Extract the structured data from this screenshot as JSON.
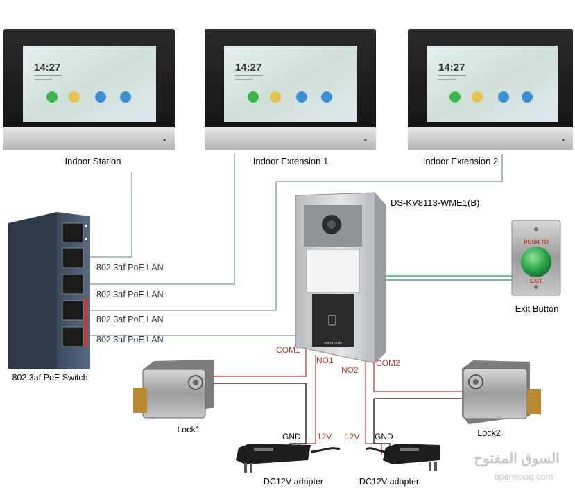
{
  "monitors": [
    {
      "label": "Indoor Station",
      "time": "14:27"
    },
    {
      "label": "Indoor Extension 1",
      "time": "14:27"
    },
    {
      "label": "Indoor Extension 2",
      "time": "14:27"
    }
  ],
  "door_station": {
    "model": "DS-KV8113-WME1(B)",
    "brand": "HIKVISION"
  },
  "switch": {
    "label": "802.3af PoE Switch"
  },
  "poe_links": [
    "802.3af PoE LAN",
    "802.3af PoE LAN",
    "802.3af PoE LAN",
    "802.3af PoE LAN"
  ],
  "exit_button": {
    "label": "Exit Button",
    "top_text": "PUSH TO",
    "bottom_text": "EXIT"
  },
  "terminals": {
    "com1": "COM1",
    "no1": "NO1",
    "no2": "NO2",
    "com2": "COM2"
  },
  "locks": {
    "left": "Lock1",
    "right": "Lock2"
  },
  "power": {
    "gnd": "GND",
    "v12": "12V",
    "adapter": "DC12V adapter"
  },
  "watermark": {
    "arabic": "السوق المفتوح",
    "latin": "opensooq.com"
  },
  "colors": {
    "lan_line": "#8aa8c8",
    "power_line": "#d9534f",
    "exit_line": "#3fae6a",
    "gnd_line": "#333333"
  }
}
